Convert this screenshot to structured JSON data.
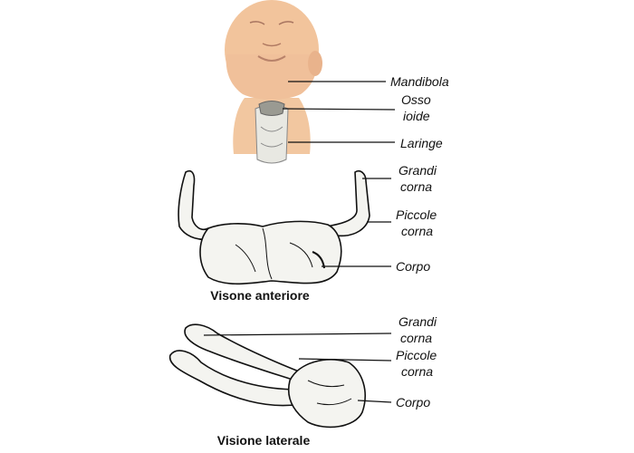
{
  "head_view": {
    "labels": {
      "mandible": "Mandibola",
      "hyoid_line1": "Osso",
      "hyoid_line2": "ioide",
      "larynx": "Laringe"
    }
  },
  "anterior_view": {
    "caption": "Visone anteriore",
    "labels": {
      "greater_horns_line1": "Grandi",
      "greater_horns_line2": "corna",
      "lesser_horns_line1": "Piccole",
      "lesser_horns_line2": "corna",
      "body": "Corpo"
    }
  },
  "lateral_view": {
    "caption": "Visione laterale",
    "labels": {
      "greater_horns_line1": "Grandi",
      "greater_horns_line2": "corna",
      "lesser_horns_line1": "Piccole",
      "lesser_horns_line2": "corna",
      "body": "Corpo"
    }
  }
}
